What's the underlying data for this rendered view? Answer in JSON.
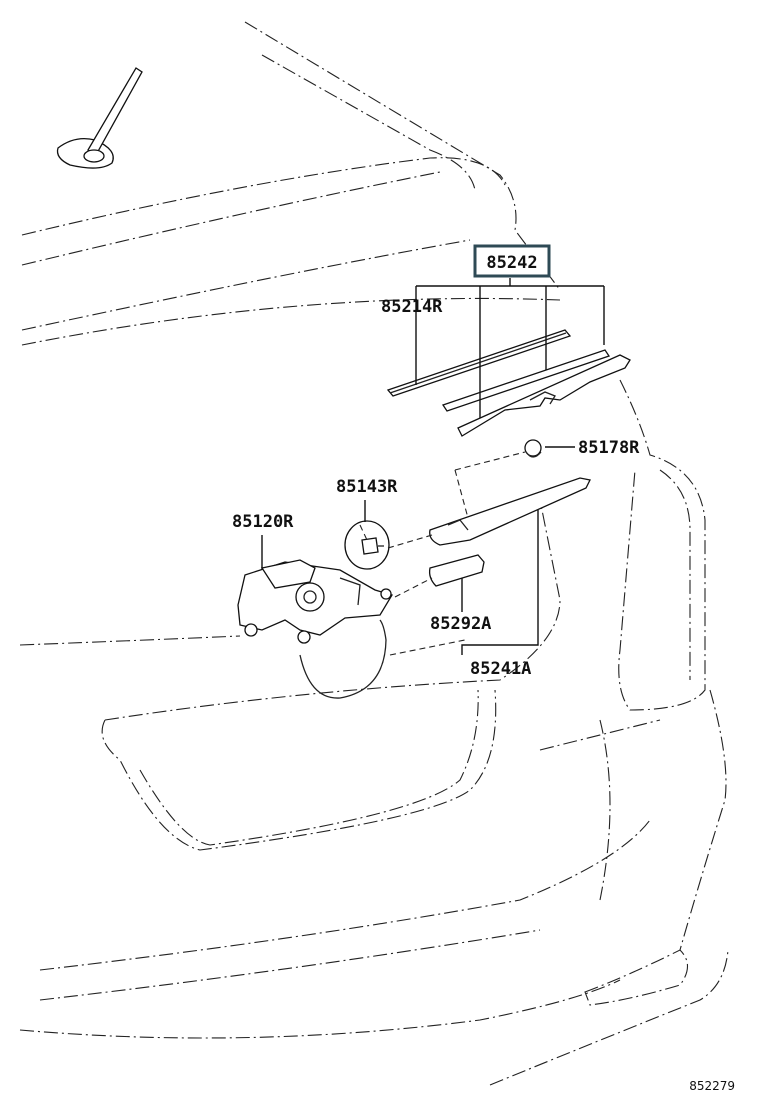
{
  "labels": {
    "blade_assembly": "85242",
    "blade_rubber": "85214R",
    "nut_cover": "85178R",
    "wiper_cap": "85143R",
    "motor": "85120R",
    "arm_head_cover": "85292A",
    "arm": "85241A"
  },
  "figure_id": "852279",
  "colors": {
    "highlight_border": "#2e4a55",
    "ink": "#111111"
  }
}
